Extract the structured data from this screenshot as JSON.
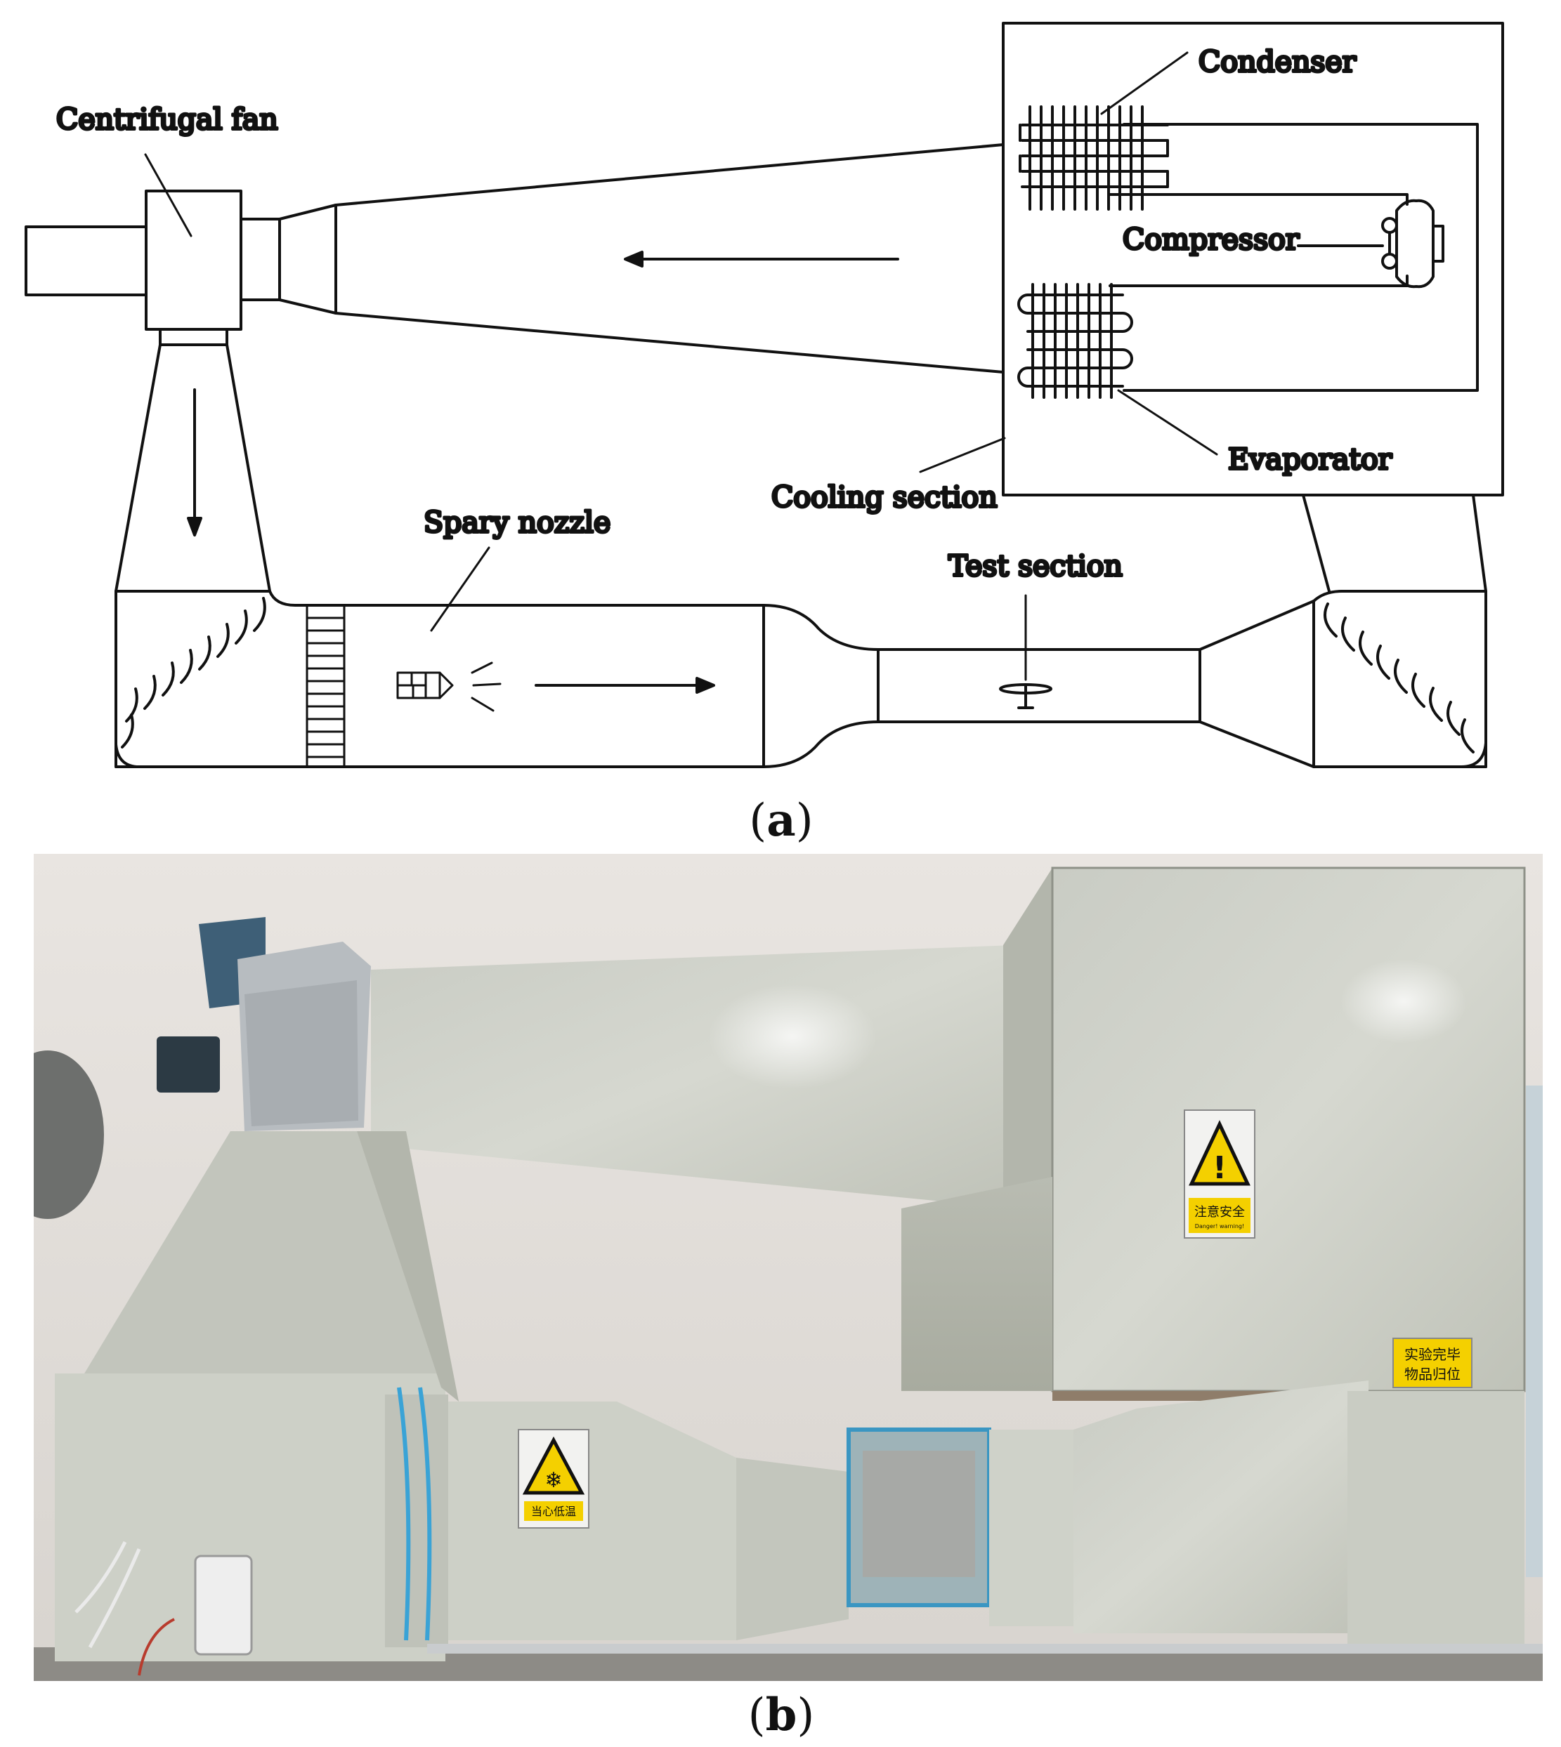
{
  "panel_a": {
    "caption_letter": "a",
    "labels": {
      "condenser": "Condenser",
      "centrifugal_fan": "Centrifugal fan",
      "compressor": "Compressor",
      "evaporator": "Evaporator",
      "cooling_section": "Cooling section",
      "spray_nozzle": "Spary nozzle",
      "test_section": "Test section"
    }
  },
  "panel_b": {
    "caption_letter": "b",
    "signs": {
      "warning_cn": "注意安全",
      "warning_en": "Danger! warning!",
      "low_temp_cn": "当心低温",
      "notice_line1": "实验完毕",
      "notice_line2": "物品归位"
    }
  }
}
